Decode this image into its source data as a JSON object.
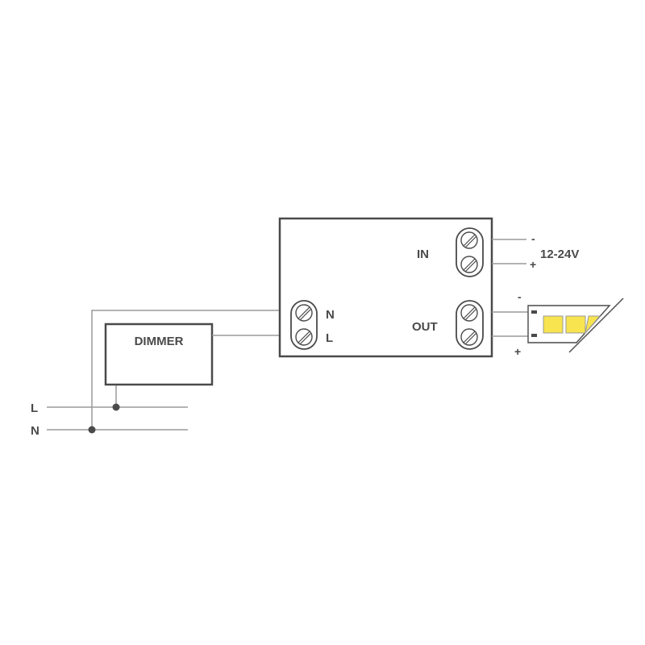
{
  "diagram": {
    "driver": {
      "input_label": "IN",
      "output_label": "OUT",
      "mains_n_label": "N",
      "mains_l_label": "L"
    },
    "supply": {
      "voltage_label": "12-24V",
      "minus_label": "-",
      "plus_label": "+"
    },
    "led_strip": {
      "minus_label": "-",
      "plus_label": "+",
      "led_color": "#f7e44f"
    },
    "dimmer": {
      "label": "DIMMER"
    },
    "mains": {
      "l_label": "L",
      "n_label": "N"
    }
  }
}
